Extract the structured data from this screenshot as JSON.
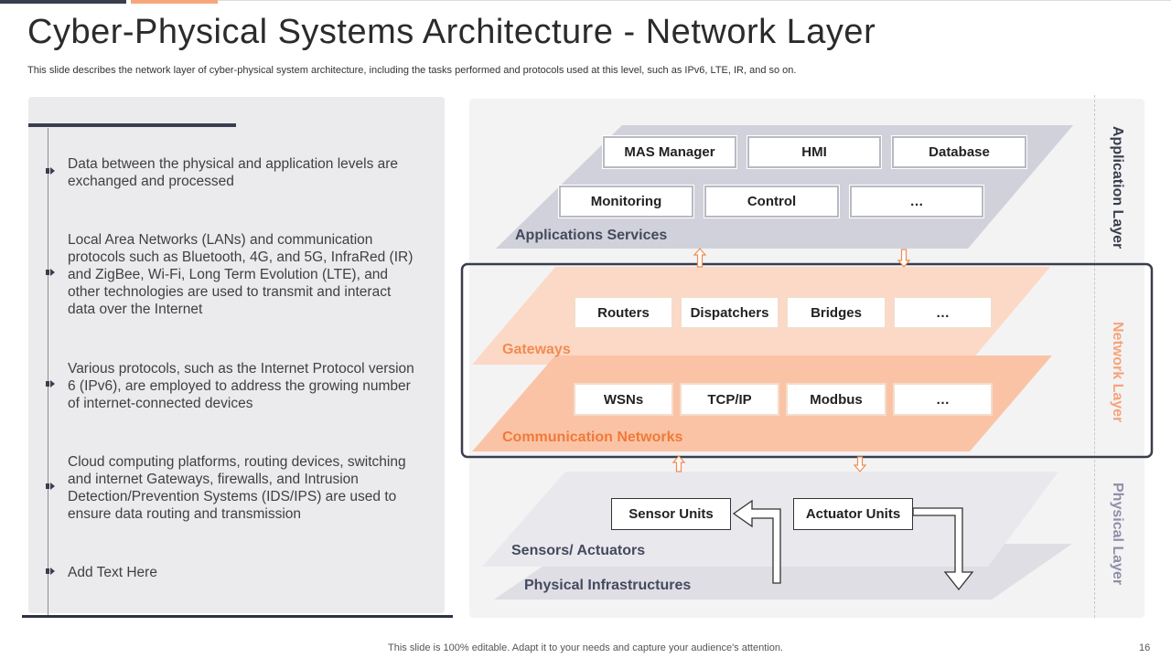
{
  "header": {
    "title": "Cyber-Physical Systems Architecture - Network Layer",
    "subtitle": "This slide describes the network layer of cyber-physical system architecture, including the tasks performed and protocols used at this level, such as IPv6, LTE, IR, and so on."
  },
  "bullets": [
    "Data between the physical and application levels are exchanged and processed",
    "Local Area Networks (LANs) and communication protocols such as Bluetooth, 4G, and 5G, InfraRed (IR) and ZigBee, Wi-Fi, Long Term Evolution (LTE), and other technologies are used to transmit and interact data over the Internet",
    "Various protocols, such as the Internet  Protocol version 6 (IPv6),  are employed to address the growing number  of internet-connected  devices",
    "Cloud computing platforms, routing devices, switching and internet Gateways, firewalls, and Intrusion  Detection/Prevention Systems (IDS/IPS) are used to ensure data routing and transmission",
    "Add Text Here"
  ],
  "diagram": {
    "layers": {
      "application": "Application Layer",
      "network": "Network Layer",
      "physical": "Physical  Layer"
    },
    "application_services": {
      "label": "Applications  Services",
      "row1": [
        "MAS Manager",
        "HMI",
        "Database"
      ],
      "row2": [
        "Monitoring",
        "Control",
        "…"
      ]
    },
    "gateways": {
      "label": "Gateways",
      "items": [
        "Routers",
        "Dispatchers",
        "Bridges",
        "…"
      ]
    },
    "communication_networks": {
      "label": "Communication Networks",
      "items": [
        "WSNs",
        "TCP/IP",
        "Modbus",
        "…"
      ]
    },
    "physical": {
      "sensors_label": "Sensors/ Actuators",
      "infra_label": "Physical Infrastructures",
      "sensor_units": "Sensor Units",
      "actuator_units": "Actuator Units"
    }
  },
  "colors": {
    "accent_dark": "#3a3d4d",
    "accent_orange": "#f28b50",
    "app_layer": "#d1d1db",
    "gateways_layer": "#fcd9c6",
    "comm_layer": "#fbc3a5",
    "phys_layer": "#e6e6ea"
  },
  "footer": {
    "note": "This slide is 100% editable. Adapt it to your needs and capture your audience's attention.",
    "page": "16"
  }
}
